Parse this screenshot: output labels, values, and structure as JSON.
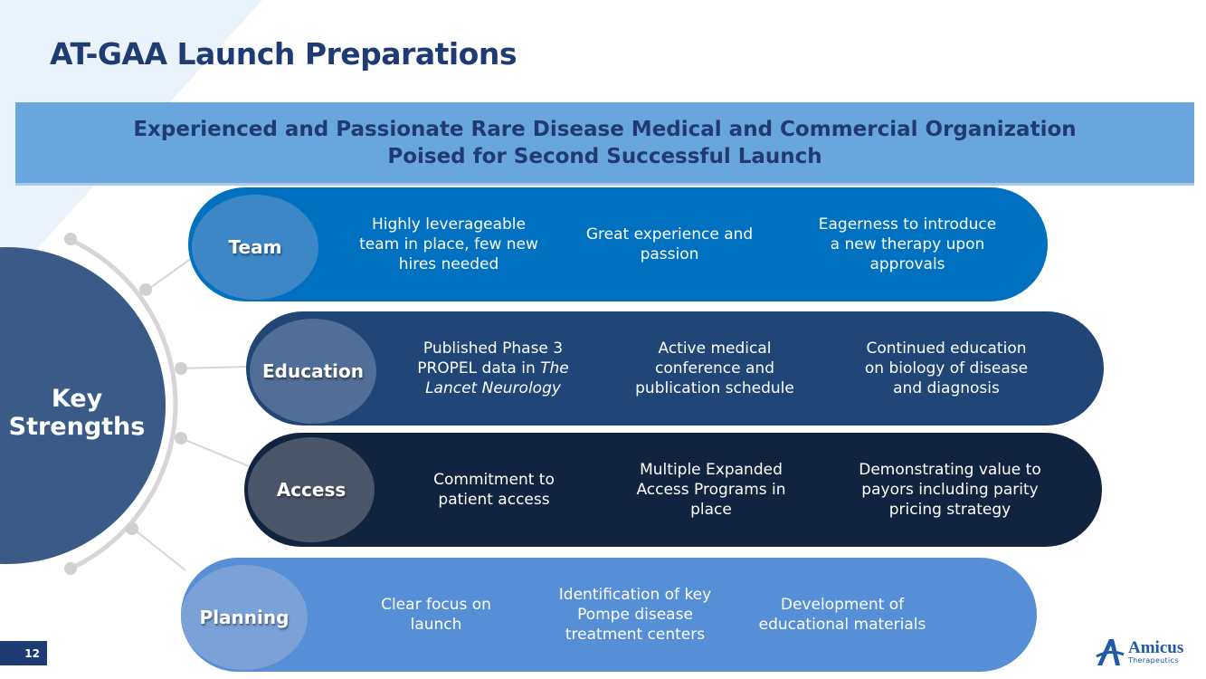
{
  "title": "AT-GAA Launch Preparations",
  "banner": {
    "line1": "Experienced and Passionate Rare Disease Medical and Commercial Organization",
    "line2": "Poised for Second Successful Launch"
  },
  "key_strengths": {
    "line1": "Key",
    "line2": "Strengths"
  },
  "pillars": [
    {
      "label": "Team",
      "color": "#0070c0",
      "bubble_color": "#3d87c6",
      "points": [
        [
          "Highly leverageable",
          "team in place, few new",
          "hires needed"
        ],
        [
          "Great experience and",
          "passion"
        ],
        [
          "Eagerness to introduce",
          "a new therapy upon",
          "approvals"
        ]
      ]
    },
    {
      "label": "Education",
      "color": "#1f4677",
      "bubble_color": "#506e97",
      "points": [
        [
          "Published Phase 3",
          "PROPEL data in The",
          "Lancet Neurology"
        ],
        [
          "Active medical",
          "conference and",
          "publication schedule"
        ],
        [
          "Continued education",
          "on biology of disease",
          "and diagnosis"
        ]
      ]
    },
    {
      "label": "Access",
      "color": "#12233f",
      "bubble_color": "#4a5668",
      "points": [
        [
          "Commitment to",
          "patient access"
        ],
        [
          "Multiple Expanded",
          "Access Programs in",
          "place"
        ],
        [
          "Demonstrating value to",
          "payors including parity",
          "pricing strategy"
        ]
      ]
    },
    {
      "label": "Planning",
      "color": "#568fd6",
      "bubble_color": "#7aa1d8",
      "points": [
        [
          "Clear focus on",
          "launch"
        ],
        [
          "Identification of key",
          "Pompe disease",
          "treatment centers"
        ],
        [
          "Development of",
          "educational materials"
        ]
      ]
    }
  ],
  "page_number": "12",
  "logo": {
    "name": "Amicus",
    "sub": "Therapeutics"
  }
}
